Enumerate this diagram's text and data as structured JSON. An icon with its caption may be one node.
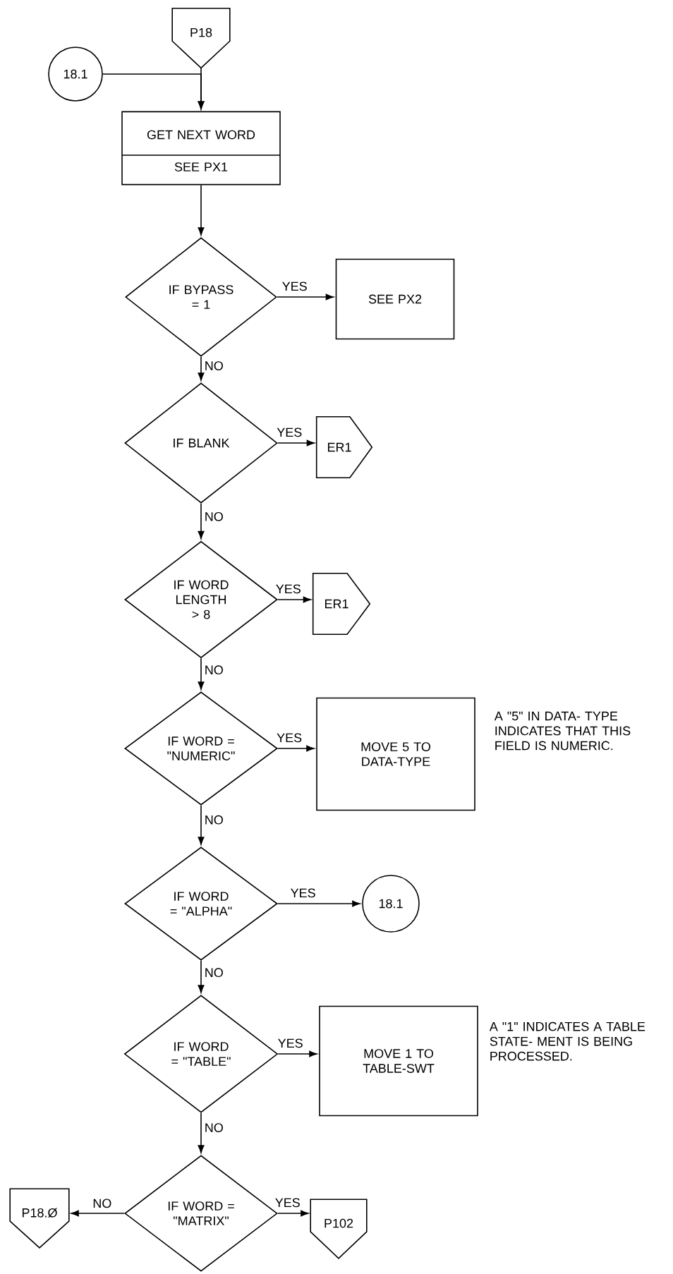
{
  "diagram": {
    "nodes": [
      {
        "text": [
          "P18"
        ]
      },
      {
        "text": [
          "18.1"
        ]
      },
      {
        "text": [
          "GET NEXT WORD",
          "SEE PX1"
        ]
      },
      {
        "text": [
          "IF BYPASS = 1"
        ]
      },
      {
        "text": [
          "SEE PX2"
        ]
      },
      {
        "text": [
          "IF BLANK"
        ]
      },
      {
        "text": [
          "ER1"
        ]
      },
      {
        "text": [
          "IF WORD LENGTH > 8"
        ]
      },
      {
        "text": [
          "ER1"
        ]
      },
      {
        "text": [
          "IF WORD = \"NUMERIC\""
        ]
      },
      {
        "text": [
          "MOVE 5 TO DATA-TYPE"
        ]
      },
      {
        "text": [
          "IF WORD = \"ALPHA\""
        ]
      },
      {
        "text": [
          "18.1"
        ]
      },
      {
        "text": [
          "IF WORD = \"TABLE\""
        ]
      },
      {
        "text": [
          "MOVE 1 TO TABLE-SWT"
        ]
      },
      {
        "text": [
          "IF WORD = \"MATRIX\""
        ]
      },
      {
        "text": [
          "P18.Ø"
        ]
      },
      {
        "text": [
          "P102"
        ]
      }
    ],
    "edges": [
      {
        "from": 0,
        "to": 2,
        "arrow": "to"
      },
      {
        "from": 1,
        "to": 2,
        "arrow": "to"
      },
      {
        "from": 2,
        "to": 3,
        "arrow": "to"
      },
      {
        "from": 3,
        "to": 4,
        "arrow": "to",
        "label": "YES"
      },
      {
        "from": 3,
        "to": 5,
        "arrow": "to",
        "label": "NO"
      },
      {
        "from": 5,
        "to": 6,
        "arrow": "to",
        "label": "YES"
      },
      {
        "from": 5,
        "to": 7,
        "arrow": "to",
        "label": "NO"
      },
      {
        "from": 7,
        "to": 8,
        "arrow": "to",
        "label": "YES"
      },
      {
        "from": 7,
        "to": 9,
        "arrow": "to",
        "label": "NO"
      },
      {
        "from": 9,
        "to": 10,
        "arrow": "to",
        "label": "YES"
      },
      {
        "from": 9,
        "to": 11,
        "arrow": "to",
        "label": "NO"
      },
      {
        "from": 11,
        "to": 12,
        "arrow": "to",
        "label": "YES"
      },
      {
        "from": 11,
        "to": 13,
        "arrow": "to",
        "label": "NO"
      },
      {
        "from": 13,
        "to": 14,
        "arrow": "to",
        "label": "YES"
      },
      {
        "from": 13,
        "to": 15,
        "arrow": "to",
        "label": "NO"
      },
      {
        "from": 15,
        "to": 16,
        "arrow": "to",
        "label": "NO"
      },
      {
        "from": 15,
        "to": 17,
        "arrow": "to",
        "label": "YES"
      }
    ],
    "labels": [
      "A \"5\" IN DATA- TYPE INDICATES THAT THIS FIELD IS NUMERIC.",
      "A \"1\" INDICATES A TABLE STATE- MENT IS BEING PROCESSED."
    ]
  }
}
